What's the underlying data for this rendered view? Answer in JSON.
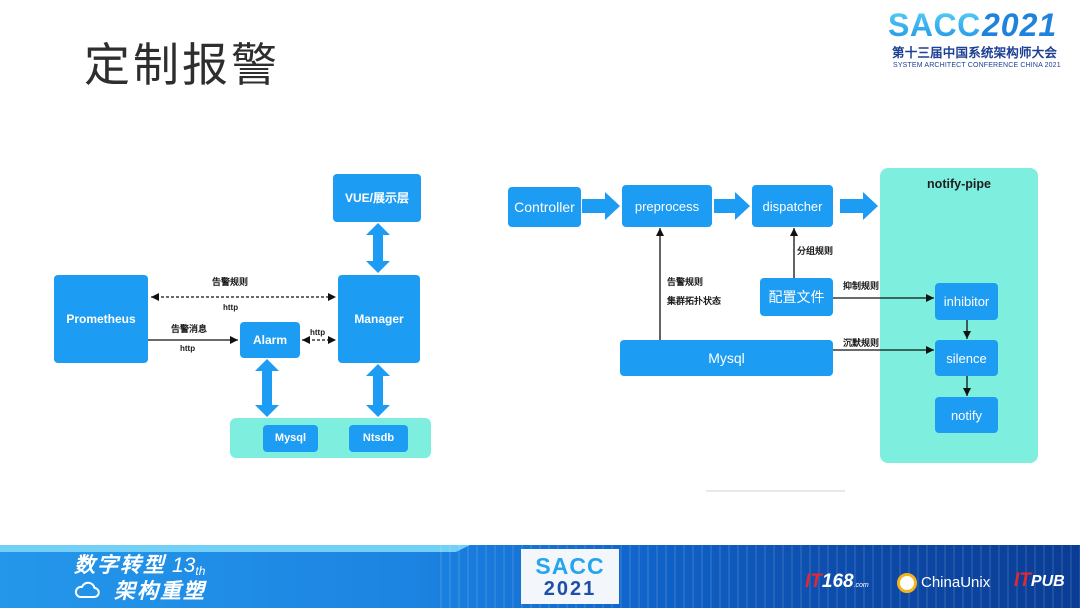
{
  "slide": {
    "title": "定制报警"
  },
  "conference_logo": {
    "acronym": "SACC",
    "year": "2021",
    "subtitle_cn": "第十三届中国系统架构师大会",
    "subtitle_en": "SYSTEM ARCHITECT CONFERENCE CHINA 2021"
  },
  "left_diagram": {
    "nodes": {
      "vue": "VUE/展示层",
      "prometheus": "Prometheus",
      "manager": "Manager",
      "alarm": "Alarm",
      "mysql": "Mysql",
      "ntsdb": "Ntsdb"
    },
    "edges": {
      "prometheus_manager": {
        "label_top": "告警规则",
        "label_bottom": "http"
      },
      "prometheus_alarm": {
        "label_top": "告警消息",
        "label_bottom": "http"
      },
      "alarm_manager": {
        "label_top": "http"
      }
    }
  },
  "right_diagram": {
    "nodes": {
      "controller": "Controller",
      "preprocess": "preprocess",
      "dispatcher": "dispatcher",
      "notify_pipe": "notify-pipe",
      "inhibitor": "inhibitor",
      "silence": "silence",
      "notify": "notify",
      "config_file": "配置文件",
      "mysql": "Mysql"
    },
    "edges": {
      "mysql_preprocess": {
        "label_line1": "告警规则",
        "label_line2": "集群拓扑状态"
      },
      "config_dispatcher": {
        "label": "分组规则"
      },
      "config_inhibitor": {
        "label": "抑制规则"
      },
      "mysql_silence": {
        "label": "沉默规则"
      }
    }
  },
  "footer": {
    "slogan_line1": "数字转型",
    "edition_number": "13",
    "edition_suffix": "th",
    "slogan_line2": "架构重塑",
    "cloud_icon": "cloud-icon",
    "center_logo": {
      "acronym": "SACC",
      "year": "2021"
    },
    "partners": {
      "it168": {
        "prefix": "IT",
        "number": "168",
        "suffix": ".com"
      },
      "chinaunix": {
        "name": "ChinaUnix",
        "icon": "chinaunix-circle-icon"
      },
      "itpub": {
        "prefix": "IT",
        "suffix": "PUB"
      }
    }
  },
  "colors": {
    "node_blue": "#1c9cf2",
    "container_teal": "#7eefdf",
    "title_text": "#2e2e2e",
    "logo_navy": "#1d3f94",
    "banner_blue": "#1572d6",
    "partner_red": "#e8262d"
  }
}
